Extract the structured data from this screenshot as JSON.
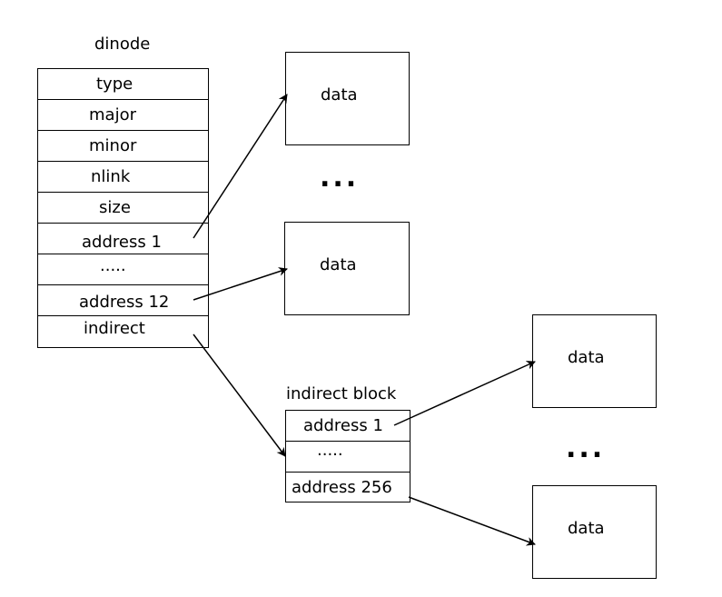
{
  "dinode": {
    "title": "dinode",
    "rows": [
      "type",
      "major",
      "minor",
      "nlink",
      "size",
      "address 1",
      ".....",
      "address 12",
      "indirect"
    ]
  },
  "indirect_block": {
    "title": "indirect block",
    "rows": [
      "address 1",
      ".....",
      "address 256"
    ]
  },
  "data_blocks": [
    "data",
    "data",
    "data",
    "data"
  ],
  "ellipses": [
    "...",
    "..."
  ]
}
